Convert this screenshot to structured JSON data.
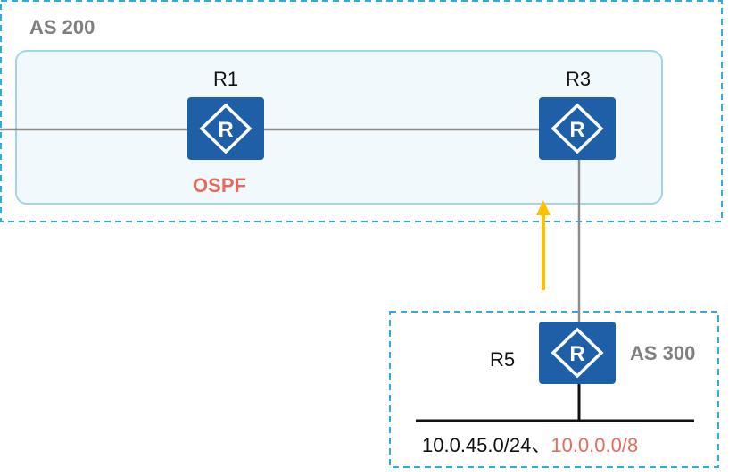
{
  "areas": {
    "as200": {
      "label": "AS 200"
    },
    "as300": {
      "label": "AS 300"
    }
  },
  "routers": {
    "r1": {
      "name": "R1",
      "protocol": "OSPF"
    },
    "r3": {
      "name": "R3"
    },
    "r5": {
      "name": "R5"
    }
  },
  "network": {
    "prefix_a": "10.0.45.0/24、",
    "prefix_b": "10.0.0.0/8"
  },
  "colors": {
    "router_fill": "#1f5fa8",
    "dashed_border": "#35a8e0",
    "inner_box_fill": "#f2f9fc",
    "inner_box_stroke": "#9fd6ee",
    "link": "#8c8c8c",
    "arrow": "#ffc000",
    "accent_red": "#e46c5f",
    "muted_gray": "#7f7f7f"
  },
  "icons": {
    "router": "router-icon",
    "flow": "route-advertisement-arrow"
  }
}
